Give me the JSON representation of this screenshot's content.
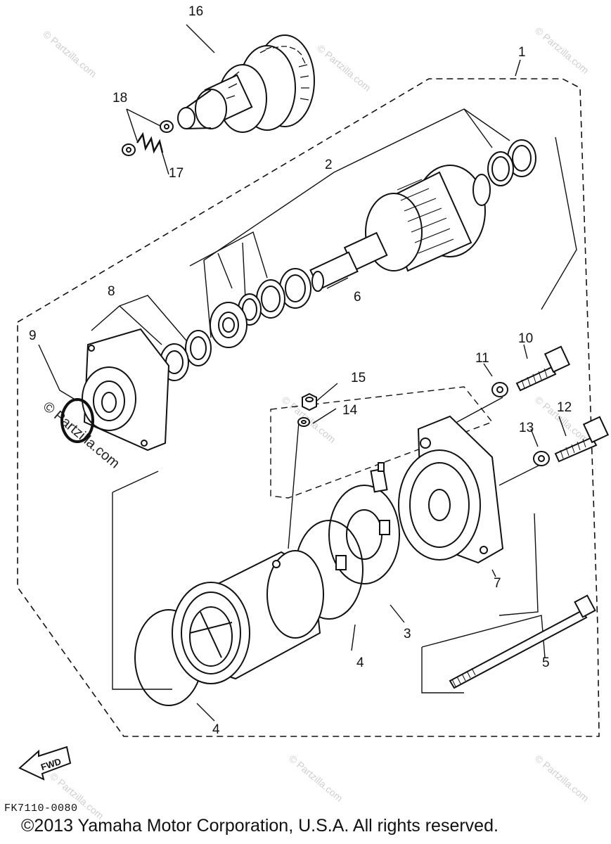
{
  "callouts": {
    "c1": "1",
    "c2": "2",
    "c3": "3",
    "c4a": "4",
    "c4b": "4",
    "c5": "5",
    "c6": "6",
    "c7": "7",
    "c8": "8",
    "c9": "9",
    "c10": "10",
    "c11": "11",
    "c12": "12",
    "c13": "13",
    "c14": "14",
    "c15": "15",
    "c16": "16",
    "c17": "17",
    "c18": "18"
  },
  "fwd_label": "FWD",
  "diagram_code": "FK7110-0080",
  "copyright": "©2013 Yamaha Motor Corporation, U.S.A. All rights reserved.",
  "watermark": "© Partzilla.com"
}
